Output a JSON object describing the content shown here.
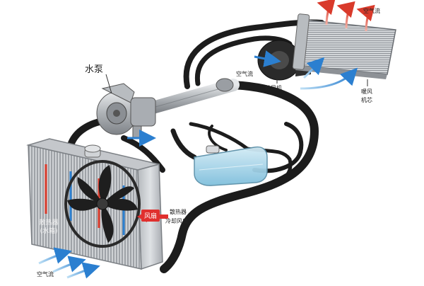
{
  "labels": {
    "water_pump": "水泵",
    "blower": "鼓风机",
    "airflow_top": "空气流",
    "airflow_mid": "空气流",
    "airflow_bottom": "空气流",
    "heater_core_line1": "暖风",
    "heater_core_line2": "机芯",
    "radiator_water_line1": "散热器",
    "radiator_water_line2": "(水箱)",
    "fan_badge": "风扇",
    "radiator_fan_line1": "散热器",
    "radiator_fan_line2": "冷却风扇"
  },
  "colors": {
    "hose": "#1c1c1c",
    "metal": "#b8bcc0",
    "radiator": "#c9ccd0",
    "hot": "#d93a2b",
    "cold": "#2b7fd0",
    "reservoir": "#a9d6ea",
    "badge": "#e0302e"
  },
  "icons": {
    "hot_flow": "red-arrow-icon",
    "cold_flow": "blue-arrow-icon",
    "fan_direction": "red-arrow-icon"
  }
}
